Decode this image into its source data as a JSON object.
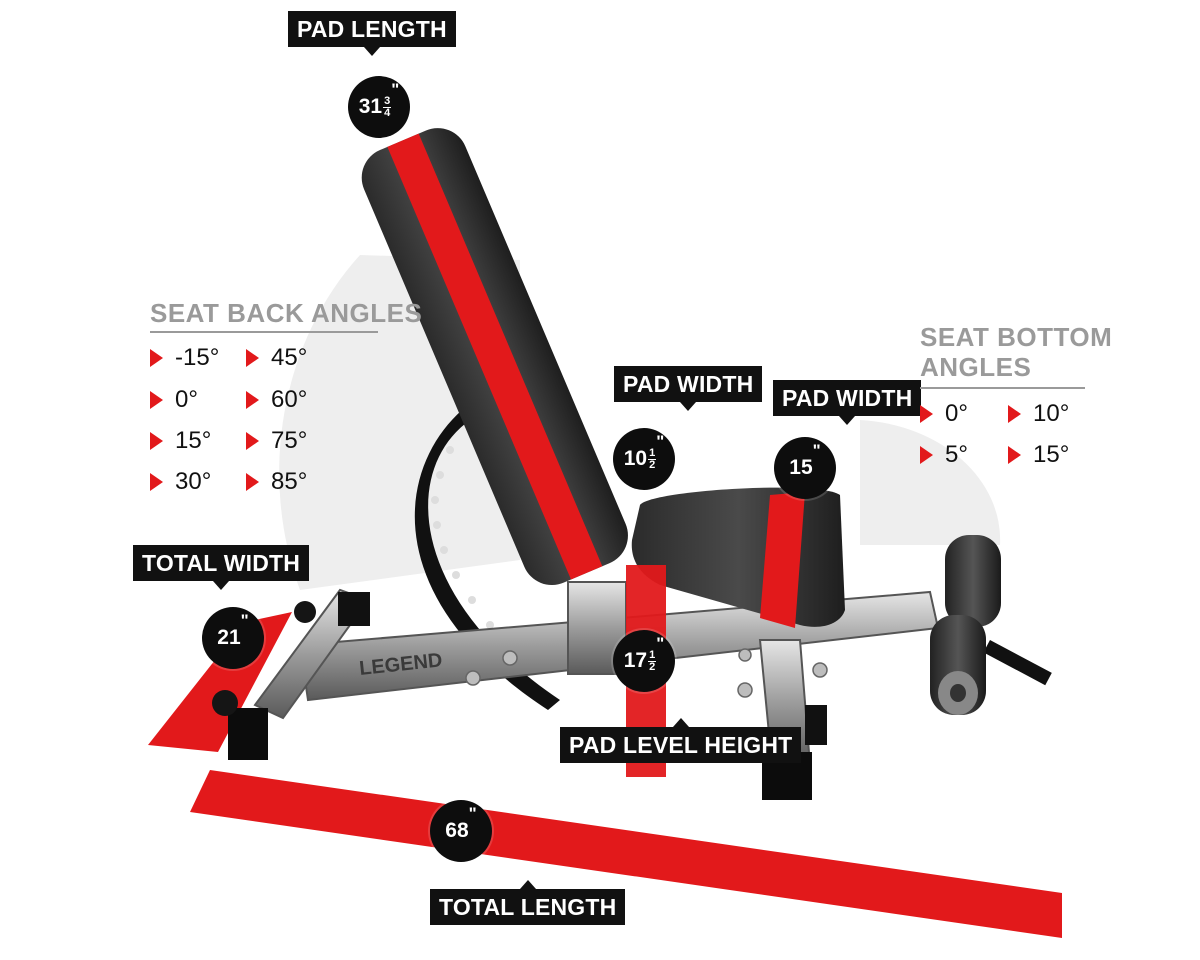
{
  "colors": {
    "accent_red": "#e2191b",
    "label_black": "#111111",
    "heading_gray": "#9a9a9a"
  },
  "labels": {
    "pad_length": "PAD LENGTH",
    "pad_width_back": "PAD WIDTH",
    "pad_width_seat": "PAD WIDTH",
    "total_width": "TOTAL WIDTH",
    "pad_level_height": "PAD LEVEL HEIGHT",
    "total_length": "TOTAL LENGTH"
  },
  "dimensions": {
    "pad_length": {
      "whole": "31",
      "num": "3",
      "den": "4",
      "unit": "\""
    },
    "pad_width_back": {
      "whole": "10",
      "num": "1",
      "den": "2",
      "unit": "\""
    },
    "pad_width_seat": {
      "whole": "15",
      "unit": "\""
    },
    "total_width": {
      "whole": "21",
      "unit": "\""
    },
    "pad_level_height": {
      "whole": "17",
      "num": "1",
      "den": "2",
      "unit": "\""
    },
    "total_length": {
      "whole": "68",
      "unit": "\""
    }
  },
  "seat_back": {
    "title": "SEAT BACK ANGLES",
    "angles": [
      "-15°",
      "0°",
      "15°",
      "30°",
      "45°",
      "60°",
      "75°",
      "85°"
    ]
  },
  "seat_bottom": {
    "title_line1": "SEAT BOTTOM",
    "title_line2": "ANGLES",
    "angles": [
      "0°",
      "5°",
      "10°",
      "15°"
    ]
  },
  "brand_logo": "LEGEND"
}
